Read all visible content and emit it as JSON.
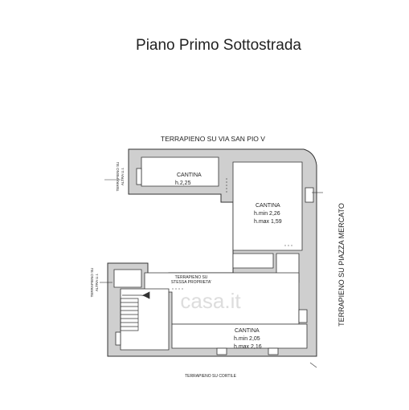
{
  "title": "Piano  Primo Sottostrada",
  "labels": {
    "top_edge": "TERRAPIENO SU VIA SAN PIO V",
    "right_edge": "TERRAPIENO SU PIAZZA MERCATO",
    "bottom_edge": "TERRAPIENO SU CORTILE",
    "left_upper_line1": "TERRAPIENO SU",
    "left_upper_line2": "ALTRA U.I.",
    "left_lower_line1": "TERRAPIENO SU",
    "left_lower_line2": "ALTRA U.I.",
    "center_line1": "TERRAPIENO SU",
    "center_line2": "STESSA PROPRIETA'"
  },
  "rooms": [
    {
      "name": "CANTINA",
      "h1": "h.2,25",
      "h2": ""
    },
    {
      "name": "CANTINA",
      "h1": "h.min 2,26",
      "h2": "h.max 1,59"
    },
    {
      "name": "CANTINA",
      "h1": "h.min 2,05",
      "h2": "h.max 2,16"
    }
  ],
  "watermark": "casa.it",
  "colors": {
    "wall": "#c8c8c8",
    "line": "#333333",
    "text": "#222222"
  }
}
